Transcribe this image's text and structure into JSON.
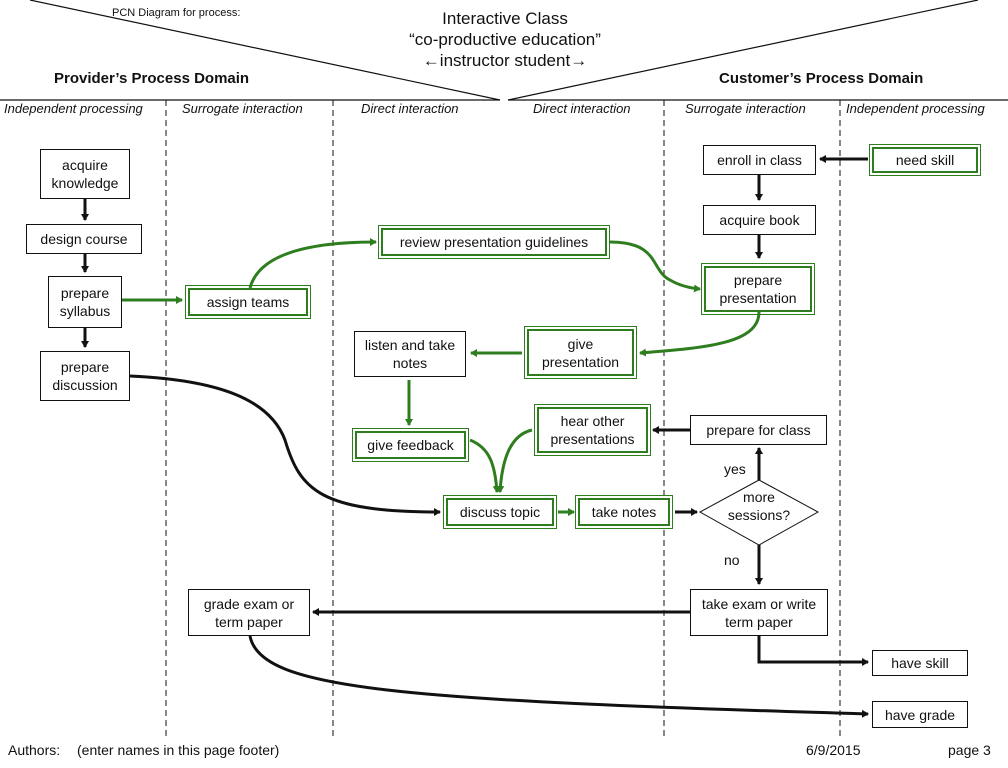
{
  "header": {
    "pcn_label": "PCN Diagram for process:",
    "title_line1": "Interactive Class",
    "title_line2": "“co-productive education”",
    "title_line3": "←instructor   student→",
    "provider_domain": "Provider’s  Process  Domain",
    "customer_domain": "Customer’s  Process  Domain"
  },
  "regions": [
    "Independent processing",
    "Surrogate interaction",
    "Direct interaction",
    "Direct interaction",
    "Surrogate interaction",
    "Independent processing"
  ],
  "steps": {
    "acquire_knowledge": "acquire knowledge",
    "design_course": "design course",
    "prepare_syllabus": "prepare syllabus",
    "prepare_discussion": "prepare discussion",
    "assign_teams": "assign teams",
    "review_guidelines": "review presentation guidelines",
    "listen_notes": "listen and take notes",
    "give_feedback": "give feedback",
    "discuss_topic": "discuss topic",
    "take_notes": "take notes",
    "give_presentation": "give presentation",
    "hear_other": "hear other presentations",
    "enroll": "enroll in class",
    "acquire_book": "acquire book",
    "prepare_presentation": "prepare presentation",
    "prepare_class": "prepare for class",
    "more_sessions": "more sessions?",
    "take_exam": "take exam or write term paper",
    "grade_exam": "grade exam or term paper",
    "need_skill": "need skill",
    "have_skill": "have skill",
    "have_grade": "have grade"
  },
  "branch_labels": {
    "yes": "yes",
    "no": "no"
  },
  "footer": {
    "authors_label": "Authors:",
    "authors_value": "(enter names in this page footer)",
    "date": "6/9/2015",
    "page": "page 3"
  },
  "colors": {
    "value_flow": "#2e7d1e",
    "default_flow": "#111111"
  }
}
